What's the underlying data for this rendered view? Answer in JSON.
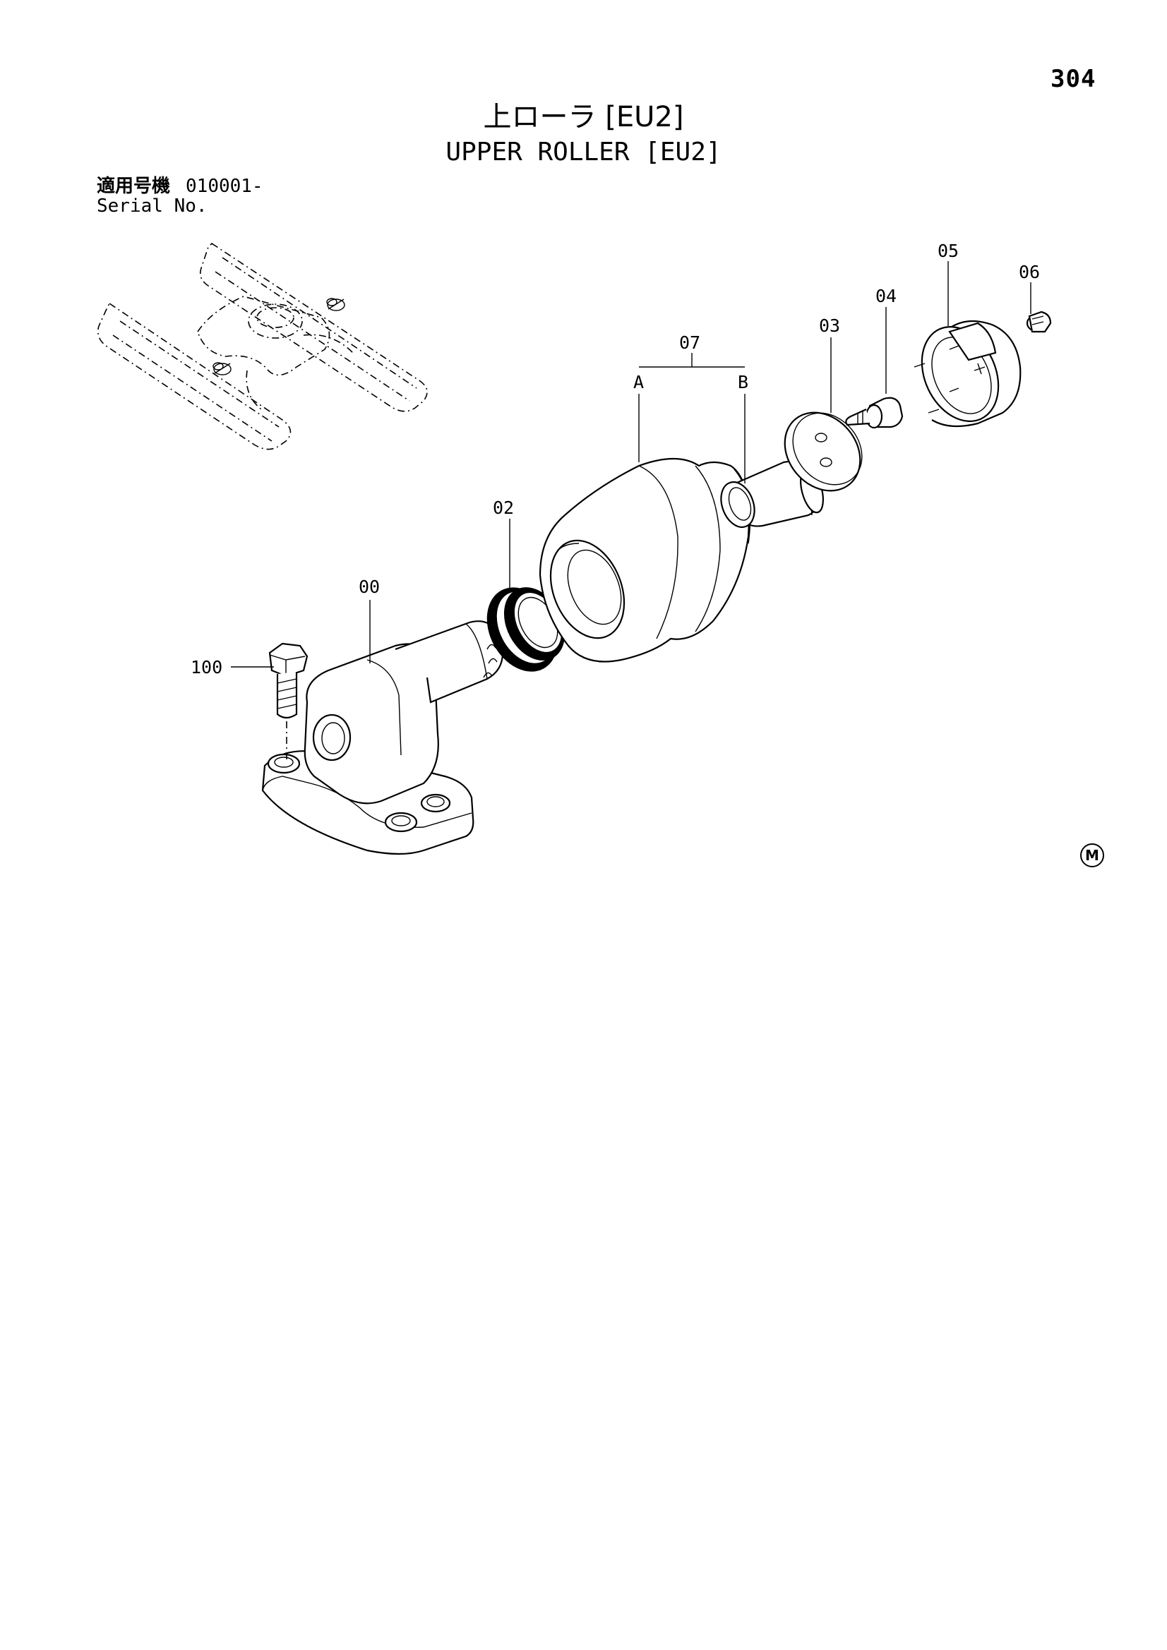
{
  "page_number": "304",
  "title_jp": "上ローラ [EU2]",
  "title_en": "UPPER ROLLER [EU2]",
  "serial": {
    "label_jp": "適用号機",
    "value": "010001-",
    "label_en": "Serial No."
  },
  "part_labels": {
    "p00": "00",
    "p02": "02",
    "p03": "03",
    "p04": "04",
    "p05": "05",
    "p06": "06",
    "p07": "07",
    "p100": "100",
    "sub_a": "A",
    "sub_b": "B"
  },
  "mark": "M"
}
